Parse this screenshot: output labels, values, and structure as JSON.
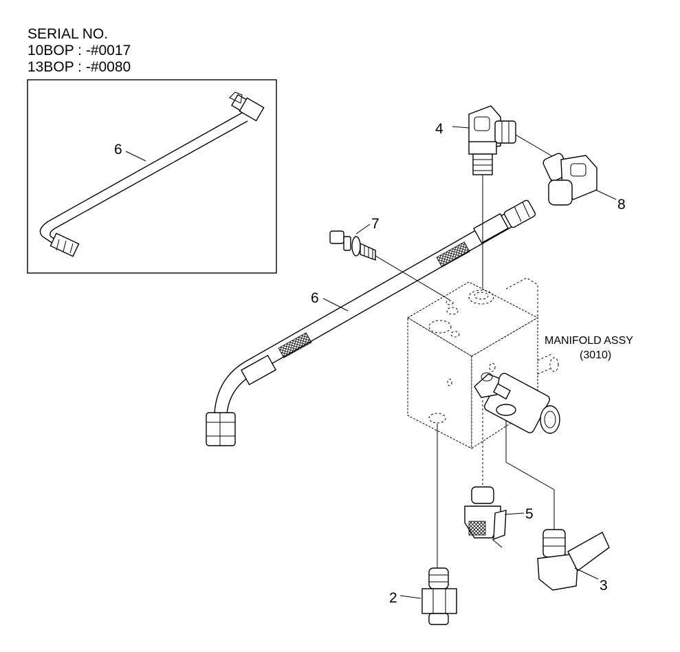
{
  "serial": {
    "heading": "SERIAL NO.",
    "line1": "10BOP : -#0017",
    "line2": "13BOP : -#0080"
  },
  "callouts": {
    "inset_hose": "6",
    "hose": "6",
    "fitting_2": "2",
    "fitting_3": "3",
    "fitting_4": "4",
    "fitting_5": "5",
    "fitting_7": "7",
    "fitting_8": "8"
  },
  "manifold": {
    "name": "MANIFOLD ASSY",
    "code": "(3010)"
  }
}
